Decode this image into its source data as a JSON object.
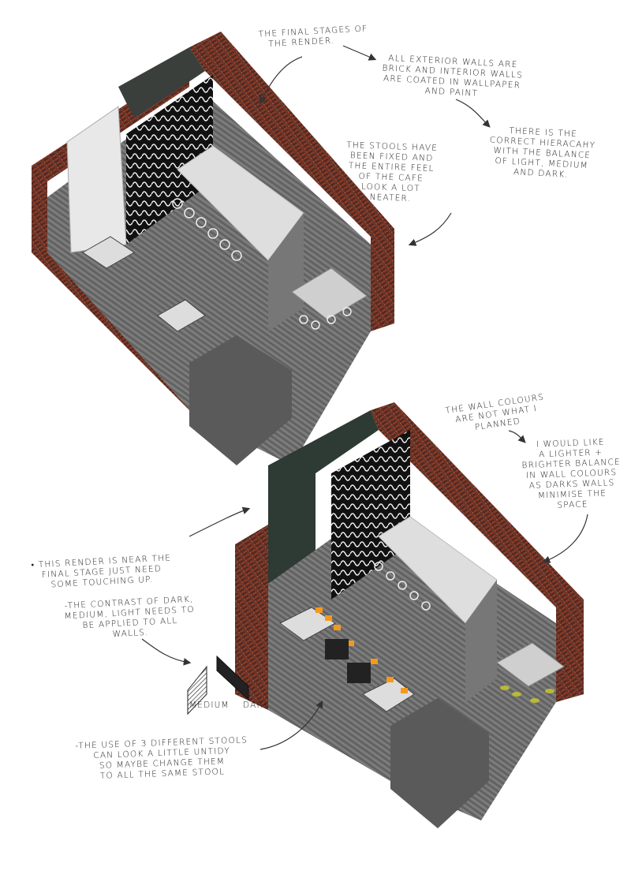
{
  "colors": {
    "brick": "#5a2e24",
    "brick_highlight": "#a5442c",
    "floor": "#6b6b6b",
    "dark_wall": "#2f3a35",
    "counter": "#dcdcdc",
    "stool_orange": "#f39a1e",
    "stool_lime": "#b9b83a",
    "ink": "#1c1c1c"
  },
  "notes": {
    "final_stages": [
      "The final stages of",
      "the render."
    ],
    "exterior_walls": [
      "All exterior walls are",
      "brick and interior walls",
      "are coated in wallpaper",
      "and paint"
    ],
    "hierarchy": [
      "There is the",
      "correct hieracahy",
      "with the balance",
      "of light, medium",
      "and dark."
    ],
    "stools_fixed": [
      "The stools have",
      "been fixed and",
      "the entire feel",
      "of the cafe",
      "look a lot",
      "neater."
    ],
    "wall_colours": [
      "The wall colours",
      "are not what I",
      "planned"
    ],
    "lighter_balance": [
      "I would like",
      "a lighter +",
      "brighter balance",
      "in wall colours",
      "as darks walls",
      "minimise the",
      "space"
    ],
    "near_final": [
      "• This render is near the",
      "final stage just need",
      "some touching up."
    ],
    "contrast": [
      "-The contrast of dark,",
      "medium, light needs to",
      "be applied to all",
      "walls."
    ],
    "swatch_medium": "Medium",
    "swatch_dark": "Dark",
    "stools_different": [
      "-The use of 3 different stools",
      "can look a little untidy",
      "so maybe change them",
      "to all the same stool"
    ]
  }
}
